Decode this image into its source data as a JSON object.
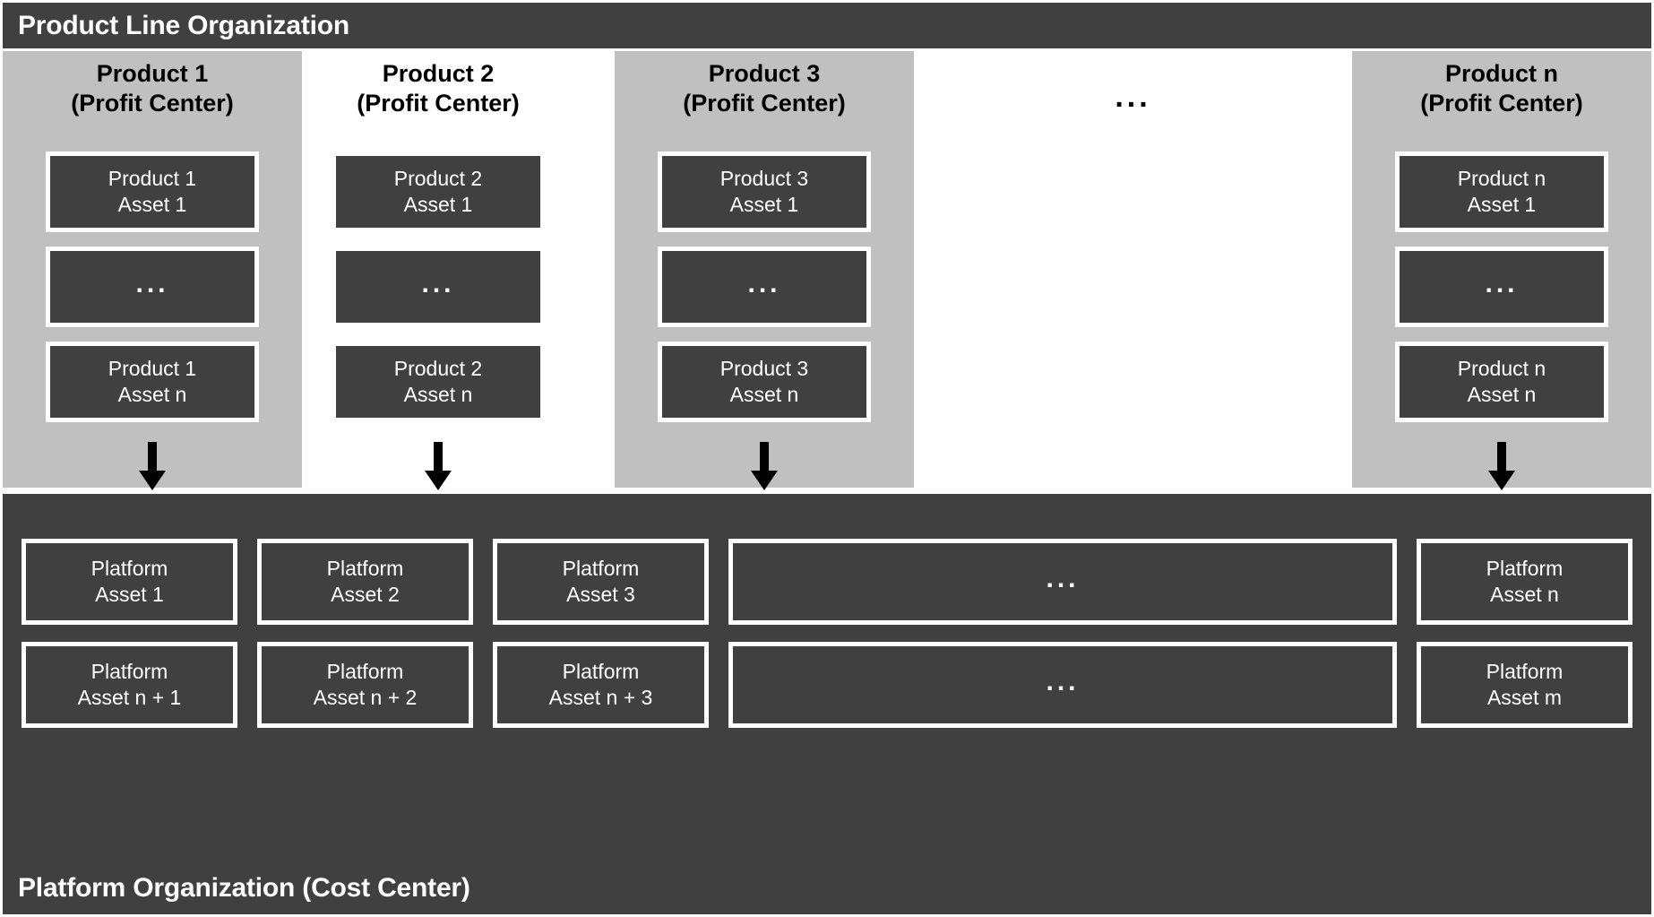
{
  "diagram": {
    "title": "Product Line Organization",
    "footer": "Platform Organization (Cost Center)",
    "ellipsis": "...",
    "colors": {
      "dark": "#404040",
      "shade": "#c0c0c0",
      "outline": "#ffffff",
      "page": "#ffffff",
      "arrow": "#000000"
    }
  },
  "product_columns": [
    {
      "title": "Product 1\n(Profit Center)",
      "shaded": true,
      "assets": [
        {
          "label": "Product 1\nAsset 1",
          "is_ellipsis": false
        },
        {
          "label": "...",
          "is_ellipsis": true
        },
        {
          "label": "Product 1\nAsset n",
          "is_ellipsis": false
        }
      ],
      "has_arrow": true
    },
    {
      "title": "Product 2\n(Profit Center)",
      "shaded": false,
      "assets": [
        {
          "label": "Product 2\nAsset 1",
          "is_ellipsis": false
        },
        {
          "label": "...",
          "is_ellipsis": true
        },
        {
          "label": "Product 2\nAsset n",
          "is_ellipsis": false
        }
      ],
      "has_arrow": true
    },
    {
      "title": "Product 3\n(Profit Center)",
      "shaded": true,
      "assets": [
        {
          "label": "Product 3\nAsset 1",
          "is_ellipsis": false
        },
        {
          "label": "...",
          "is_ellipsis": true
        },
        {
          "label": "Product 3\nAsset n",
          "is_ellipsis": false
        }
      ],
      "has_arrow": true
    },
    {
      "title": "...",
      "shaded": false,
      "is_gap": true,
      "assets": [],
      "has_arrow": false
    },
    {
      "title": "Product n\n(Profit Center)",
      "shaded": true,
      "assets": [
        {
          "label": "Product n\nAsset 1",
          "is_ellipsis": false
        },
        {
          "label": "...",
          "is_ellipsis": true
        },
        {
          "label": "Product n\nAsset n",
          "is_ellipsis": false
        }
      ],
      "has_arrow": true
    }
  ],
  "platform_rows": [
    [
      {
        "label": "Platform\nAsset 1",
        "is_ellipsis": false,
        "wide": false
      },
      {
        "label": "Platform\nAsset 2",
        "is_ellipsis": false,
        "wide": false
      },
      {
        "label": "Platform\nAsset 3",
        "is_ellipsis": false,
        "wide": false
      },
      {
        "label": "...",
        "is_ellipsis": true,
        "wide": true
      },
      {
        "label": "Platform\nAsset n",
        "is_ellipsis": false,
        "wide": false
      }
    ],
    [
      {
        "label": "Platform\nAsset n + 1",
        "is_ellipsis": false,
        "wide": false
      },
      {
        "label": "Platform\nAsset n + 2",
        "is_ellipsis": false,
        "wide": false
      },
      {
        "label": "Platform\nAsset n + 3",
        "is_ellipsis": false,
        "wide": false
      },
      {
        "label": "...",
        "is_ellipsis": true,
        "wide": true
      },
      {
        "label": "Platform\nAsset m",
        "is_ellipsis": false,
        "wide": false
      }
    ]
  ]
}
